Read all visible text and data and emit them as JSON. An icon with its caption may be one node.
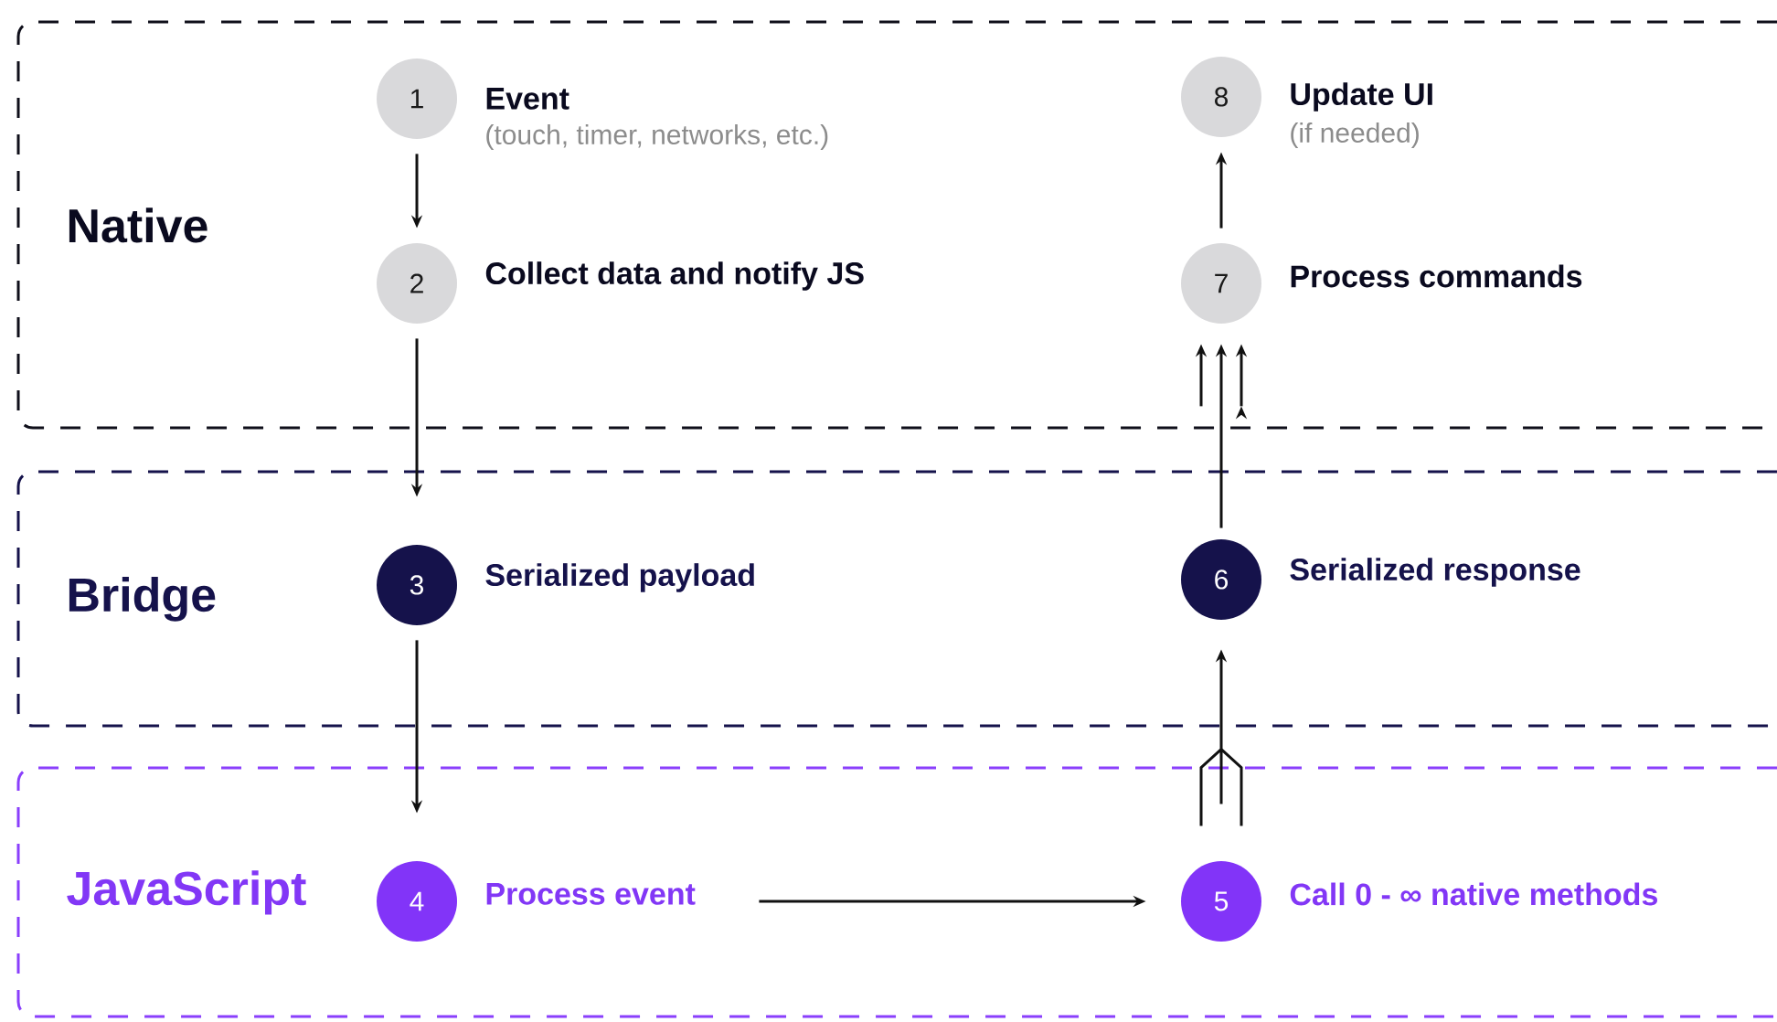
{
  "diagram": {
    "nodes": [
      {
        "text": [
          "Native"
        ]
      },
      {
        "text": [
          "1"
        ],
        "in": 0,
        "beside": [
          "Event",
          "(touch, timer, networks, etc.)"
        ]
      },
      {
        "text": [
          "8"
        ],
        "in": 0,
        "beside": [
          "Update UI",
          "(if needed)"
        ]
      },
      {
        "text": [
          "2"
        ],
        "in": 0,
        "beside": [
          "Collect data and notify JS"
        ]
      },
      {
        "text": [
          "7"
        ],
        "in": 0,
        "beside": [
          "Process commands"
        ]
      },
      {
        "text": [
          "Bridge"
        ]
      },
      {
        "text": [
          "3"
        ],
        "in": 5,
        "beside": [
          "Serialized payload"
        ]
      },
      {
        "text": [
          "6"
        ],
        "in": 5,
        "beside": [
          "Serialized response"
        ]
      },
      {
        "text": [
          "JavaScript"
        ]
      },
      {
        "text": [
          "4"
        ],
        "in": 8,
        "beside": [
          "Process event"
        ]
      },
      {
        "text": [
          "5"
        ],
        "in": 8,
        "beside": [
          "Call 0 - ∞ native methods"
        ]
      }
    ],
    "edges": [
      {
        "from": 1,
        "to": 3,
        "arrow": "to"
      },
      {
        "from": 3,
        "to": 6,
        "arrow": "to"
      },
      {
        "from": 6,
        "to": 9,
        "arrow": "to"
      },
      {
        "from": 9,
        "to": 10,
        "arrow": "to"
      },
      {
        "from": 10,
        "to": 7,
        "arrow": "to"
      },
      {
        "from": 7,
        "to": 4,
        "arrow": "to"
      },
      {
        "from": 4,
        "to": 2,
        "arrow": "to"
      }
    ]
  }
}
